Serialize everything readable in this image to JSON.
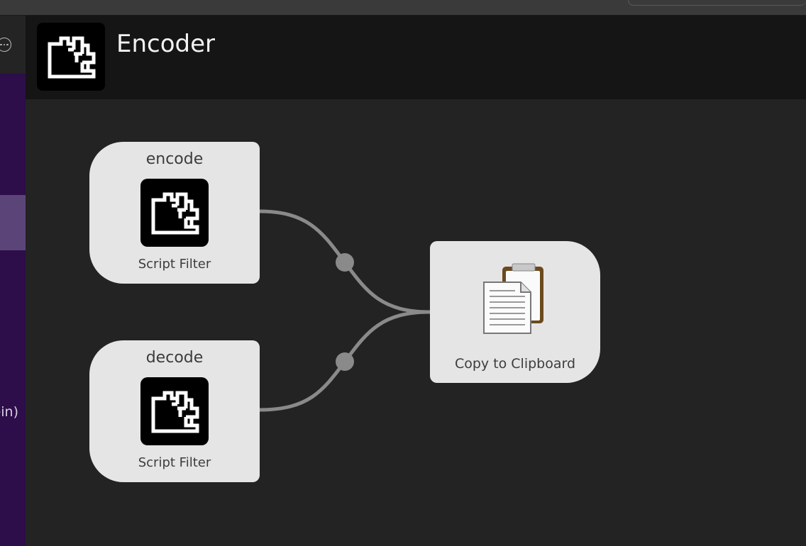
{
  "window": {
    "title": "Encoder",
    "more_icon": "ellipsis-circle-icon",
    "sidebar_partial_text": "ein)"
  },
  "workflow": {
    "nodes": [
      {
        "name": "encode",
        "type": "Script Filter",
        "icon": "encoder-grid-icon"
      },
      {
        "name": "decode",
        "type": "Script Filter",
        "icon": "encoder-grid-icon"
      }
    ],
    "action": {
      "type": "Copy to Clipboard",
      "icon": "clipboard-icon"
    }
  },
  "colors": {
    "canvas_bg": "#232323",
    "header_bg": "#151515",
    "sidebar_bg": "#2d0d4a",
    "sidebar_selected": "#5b4578",
    "node_bg": "#e5e5e5",
    "wire": "#8a8a8a"
  }
}
